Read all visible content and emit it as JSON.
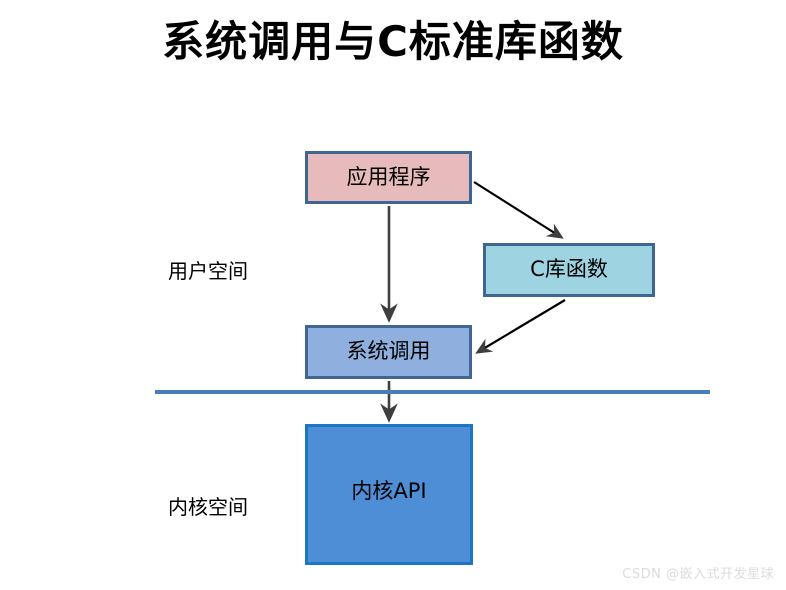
{
  "diagram": {
    "title": "系统调用与C标准库函数",
    "nodes": [
      {
        "id": "app",
        "label": "应用程序",
        "fill": "#E7BBBB",
        "stroke": "#3F6592"
      },
      {
        "id": "clib",
        "label": "C库函数",
        "fill": "#9ED3E2",
        "stroke": "#3F6592"
      },
      {
        "id": "syscall",
        "label": "系统调用",
        "fill": "#8FB0DF",
        "stroke": "#3F6592"
      },
      {
        "id": "kernel",
        "label": "内核API",
        "fill": "#4E8ED7",
        "stroke": "#1C76C4"
      }
    ],
    "regions": [
      {
        "id": "user-space",
        "label": "用户空间"
      },
      {
        "id": "kernel-space",
        "label": "内核空间"
      }
    ],
    "divider": {
      "color": "#4A7EBB"
    },
    "connectors": [
      {
        "id": "app-to-syscall",
        "from": "app",
        "to": "syscall",
        "style": "straight-down"
      },
      {
        "id": "app-to-clib",
        "from": "app",
        "to": "clib",
        "style": "diagonal-down-right"
      },
      {
        "id": "clib-to-syscall",
        "from": "clib",
        "to": "syscall",
        "style": "diagonal-down-left"
      },
      {
        "id": "syscall-to-kernel",
        "from": "syscall",
        "to": "kernel",
        "style": "straight-down"
      }
    ],
    "arrow_color": "#3F3F3F"
  },
  "watermark": {
    "text": "CSDN @嵌入式开发星球"
  }
}
